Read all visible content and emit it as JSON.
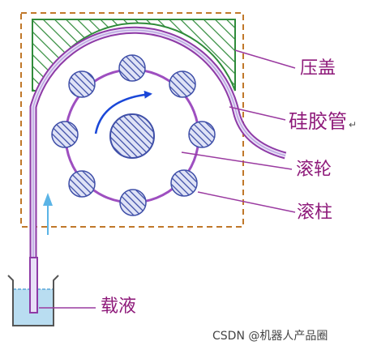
{
  "labels": {
    "pressure_cover": "压盖",
    "silicone_tube": "硅胶管",
    "silicone_tube_mark": "↵",
    "roller_wheel": "滚轮",
    "roller_pin": "滚柱",
    "carrier_liquid": "载液"
  },
  "watermark": "CSDN @机器人产品圈",
  "colors": {
    "label_text": "#8e1a7a",
    "tube": "#8e3aa6",
    "tube_inner": "#b9a5df",
    "wheel": "#9e4fc0",
    "roller_fill": "#3f4fa8",
    "hatch_green": "#2f8b3a",
    "frame_dash": "#c0782a",
    "flow_arrow": "#5bb4e6",
    "rotation_arrow": "#1a47d8",
    "water": "#b9ddf1",
    "leader": "#9a3aa0"
  },
  "icons": {
    "rotation": "curved-arrow-icon",
    "flow": "up-arrow-icon"
  }
}
